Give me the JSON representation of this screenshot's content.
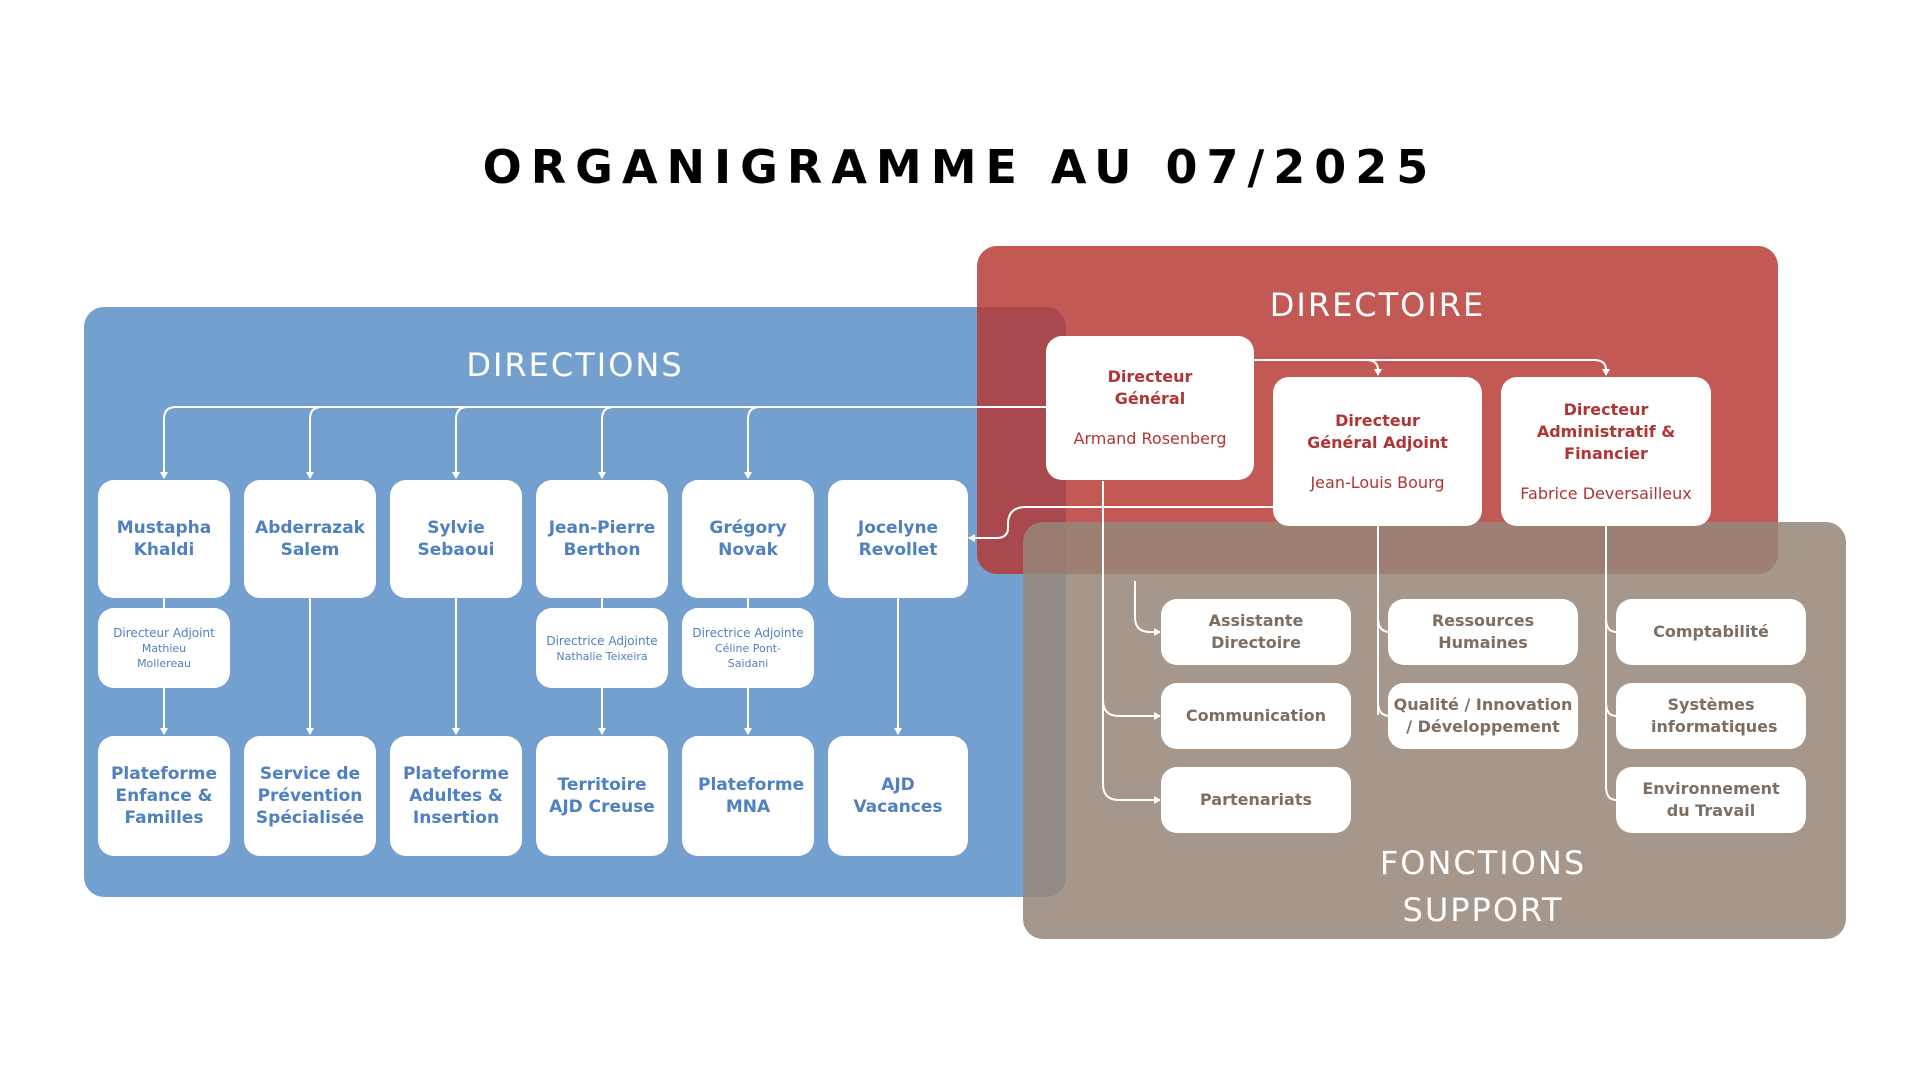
{
  "title": "ORGANIGRAMME AU 07/2025",
  "colors": {
    "directions": "#74a0d0",
    "directoire": "#bf5652",
    "fonctions_support": "#a89a8d",
    "text_blue": "#4f80c0",
    "text_red": "#b03535",
    "text_brown": "#7e6d61"
  },
  "directions": {
    "label": "DIRECTIONS",
    "heads": [
      {
        "name": "Mustapha Khaldi",
        "deputy_title": "Directeur Adjoint",
        "deputy_name": "Mathieu Mollereau",
        "unit": "Plateforme Enfance & Familles"
      },
      {
        "name": "Abderrazak Salem",
        "deputy_title": "",
        "deputy_name": "",
        "unit": "Service de Prévention Spécialisée"
      },
      {
        "name": "Sylvie Sebaoui",
        "deputy_title": "",
        "deputy_name": "",
        "unit": "Plateforme Adultes & Insertion"
      },
      {
        "name": "Jean-Pierre Berthon",
        "deputy_title": "Directrice Adjointe",
        "deputy_name": "Nathalie Teixeira",
        "unit": "Territoire AJD Creuse"
      },
      {
        "name": "Grégory Novak",
        "deputy_title": "Directrice Adjointe",
        "deputy_name": "Céline Pont-Saidani",
        "unit": "Plateforme MNA"
      },
      {
        "name": "Jocelyne Revollet",
        "deputy_title": "",
        "deputy_name": "",
        "unit": "AJD Vacances"
      }
    ]
  },
  "directoire": {
    "label": "DIRECTOIRE",
    "members": [
      {
        "role": "Directeur Général",
        "name": "Armand Rosenberg"
      },
      {
        "role": "Directeur Général Adjoint",
        "name": "Jean-Louis Bourg"
      },
      {
        "role": "Directeur Administratif & Financier",
        "name": "Fabrice Deversailleux"
      }
    ]
  },
  "fonctions_support": {
    "label_line1": "FONCTIONS",
    "label_line2": "SUPPORT",
    "dg_services": [
      "Assistante Directoire",
      "Communication",
      "Partenariats"
    ],
    "dga_services": [
      "Ressources Humaines",
      "Qualité / Innovation / Développement"
    ],
    "daf_services": [
      "Comptabilité",
      "Systèmes informatiques",
      "Environnement du Travail"
    ]
  }
}
